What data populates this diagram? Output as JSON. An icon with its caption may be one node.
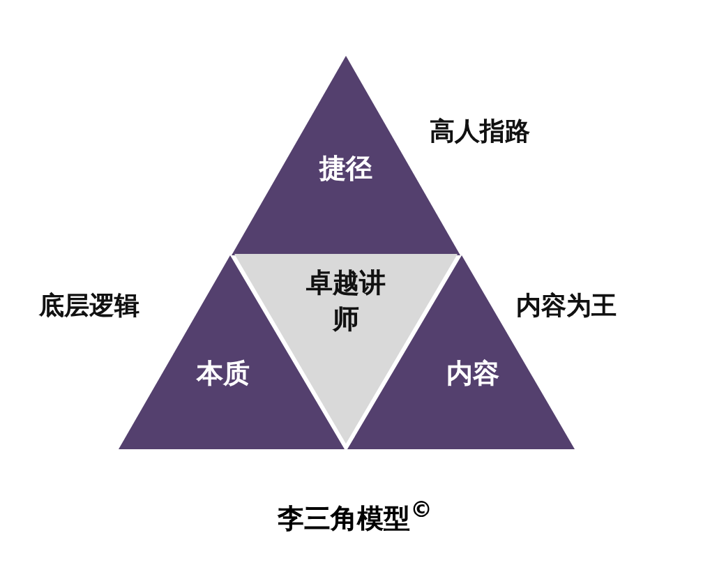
{
  "diagram": {
    "caption": "李三角模型$^{©}$",
    "nodes": [
      {
        "text": [
          "捷径"
        ],
        "beside": [
          "高人指路"
        ]
      },
      {
        "text": [
          "本质"
        ],
        "beside": [
          "底层逻辑"
        ]
      },
      {
        "text": [
          "内容"
        ],
        "beside": [
          "内容为王"
        ]
      },
      {
        "text": [
          "卓越讲师"
        ]
      }
    ],
    "edges": []
  }
}
